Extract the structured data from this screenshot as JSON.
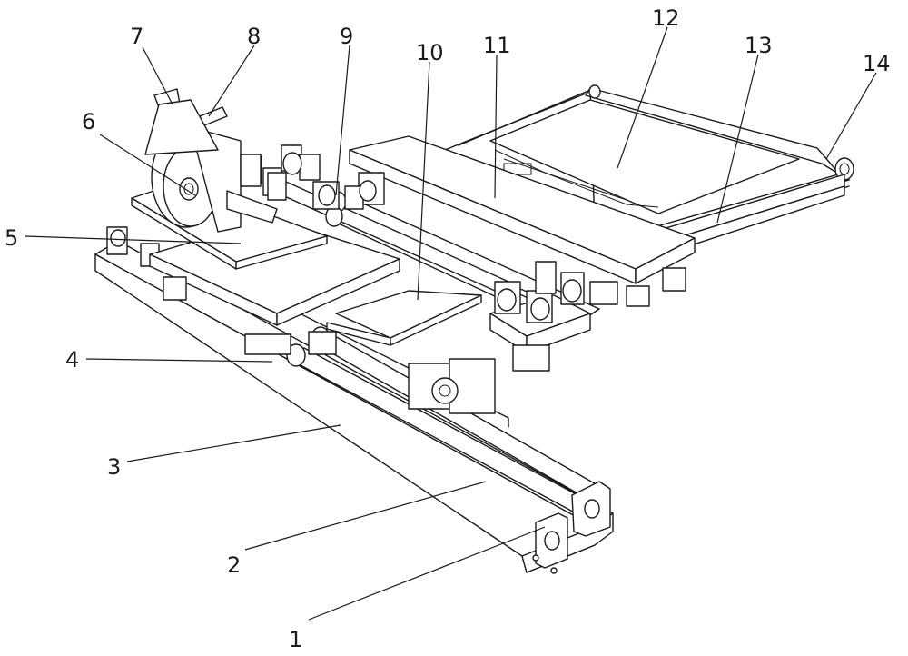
{
  "figure": {
    "callouts": [
      {
        "id": "1",
        "text": "1"
      },
      {
        "id": "2",
        "text": "2"
      },
      {
        "id": "3",
        "text": "3"
      },
      {
        "id": "4",
        "text": "4"
      },
      {
        "id": "5",
        "text": "5"
      },
      {
        "id": "6",
        "text": "6"
      },
      {
        "id": "7",
        "text": "7"
      },
      {
        "id": "8",
        "text": "8"
      },
      {
        "id": "9",
        "text": "9"
      },
      {
        "id": "10",
        "text": "10"
      },
      {
        "id": "11",
        "text": "11"
      },
      {
        "id": "12",
        "text": "12"
      },
      {
        "id": "13",
        "text": "13"
      },
      {
        "id": "14",
        "text": "14"
      }
    ],
    "line_color": "#1a1a1a",
    "background": "#ffffff"
  }
}
